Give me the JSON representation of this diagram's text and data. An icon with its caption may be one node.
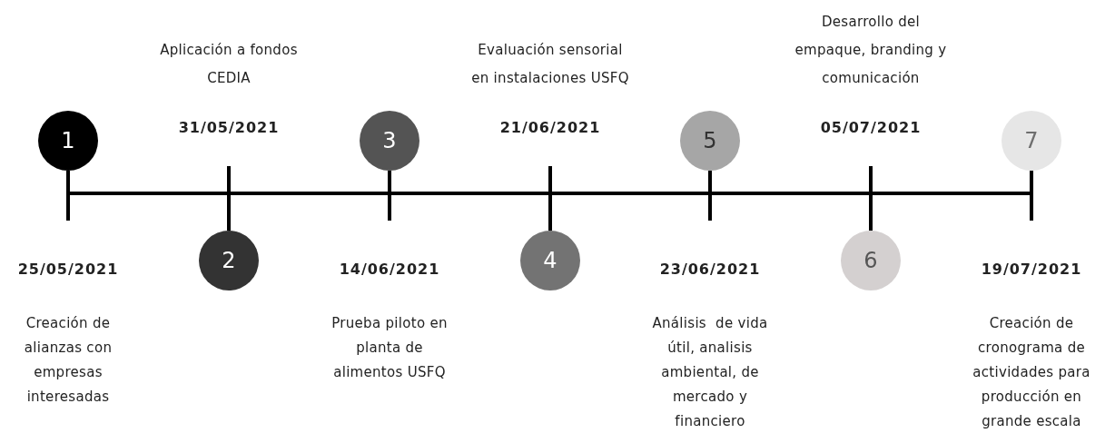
{
  "diagram": {
    "nodes": [
      {
        "text": [
          "1"
        ],
        "beside": [
          "25/05/2021",
          "Creación de alianzas con empresas interesadas"
        ]
      },
      {
        "text": [
          "2"
        ],
        "beside": [
          "31/05/2021",
          "Aplicación a fondos CEDIA"
        ]
      },
      {
        "text": [
          "3"
        ],
        "beside": [
          "14/06/2021",
          "Prueba piloto en planta de alimentos USFQ"
        ]
      },
      {
        "text": [
          "4"
        ],
        "beside": [
          "21/06/2021",
          "Evaluación sensorial en instalaciones USFQ"
        ]
      },
      {
        "text": [
          "5"
        ],
        "beside": [
          "23/06/2021",
          "Análisis  de vida útil, analisis ambiental, de mercado y financiero"
        ]
      },
      {
        "text": [
          "6"
        ],
        "beside": [
          "05/07/2021",
          "Desarrollo del empaque, branding y comunicación"
        ]
      },
      {
        "text": [
          "7"
        ],
        "beside": [
          "19/07/2021",
          "Creación de cronograma de actividades para producción en grande escala"
        ]
      }
    ],
    "edges": []
  }
}
